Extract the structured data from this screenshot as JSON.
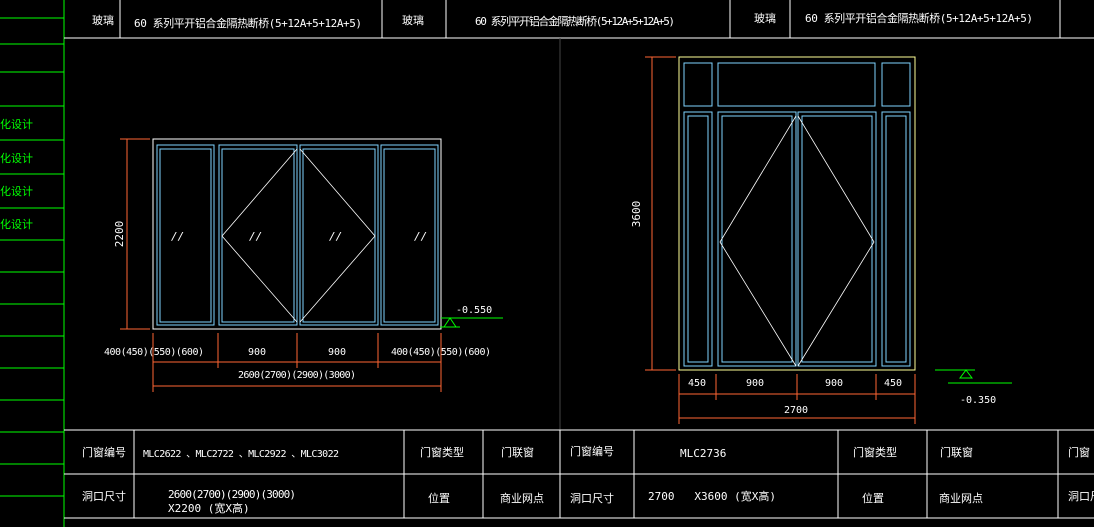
{
  "colors": {
    "background": "#000000",
    "grid_line": "#ffffff",
    "green_line": "#00ff00",
    "frame_cyan": "#7fd4ff",
    "outer_frame_yellow": "#ffff99",
    "dimension_orange": "#ff6633",
    "text": "#ffffff"
  },
  "top_row": {
    "cell1_label": "玻璃",
    "cell1_value": "60 系列平开铝合金隔热断桥(5+12A+5+12A+5)",
    "cell2_label": "玻璃",
    "cell2_value": "60 系列平开铝合金隔热断桥(5+12A+5+12A+5)",
    "cell3_label": "玻璃",
    "cell3_value": "60 系列平开铝合金隔热断桥(5+12A+5+12A+5)"
  },
  "left_sidebar": {
    "items": [
      "化设计",
      "化设计",
      "化设计",
      "化设计"
    ]
  },
  "left_drawing": {
    "height_dim": "2200",
    "level_mark": "-0.550",
    "bottom_dims": [
      "400(450)(550)(600)",
      "900",
      "900",
      "400(450)(550)(600)"
    ],
    "total_dim": "2600(2700)(2900)(3000)",
    "glass_marks": [
      "//",
      "//",
      "//",
      "//"
    ]
  },
  "right_drawing": {
    "height_dim": "3600",
    "level_mark": "-0.350",
    "bottom_dims": [
      "450",
      "900",
      "900",
      "450"
    ],
    "total_dim": "2700"
  },
  "bottom_table": {
    "left": {
      "code_label": "门窗编号",
      "code_value": "MLC2622 、MLC2722 、MLC2922 、MLC3022",
      "type_label": "门窗类型",
      "type_value": "门联窗",
      "size_label": "洞口尺寸",
      "size_value_line1": "2600(2700)(2900)(3000)",
      "size_value_line2": "X2200 (宽X高)",
      "position_label": "位置",
      "position_value": "商业网点"
    },
    "right": {
      "code_label": "门窗编号",
      "code_value": "MLC2736",
      "type_label": "门窗类型",
      "type_value": "门联窗",
      "size_label": "洞口尺寸",
      "size_value": "2700   X3600 (宽X高)",
      "position_label": "位置",
      "position_value": "商业网点"
    },
    "far_right": {
      "code_label": "门窗",
      "size_label": "洞口尺"
    }
  }
}
